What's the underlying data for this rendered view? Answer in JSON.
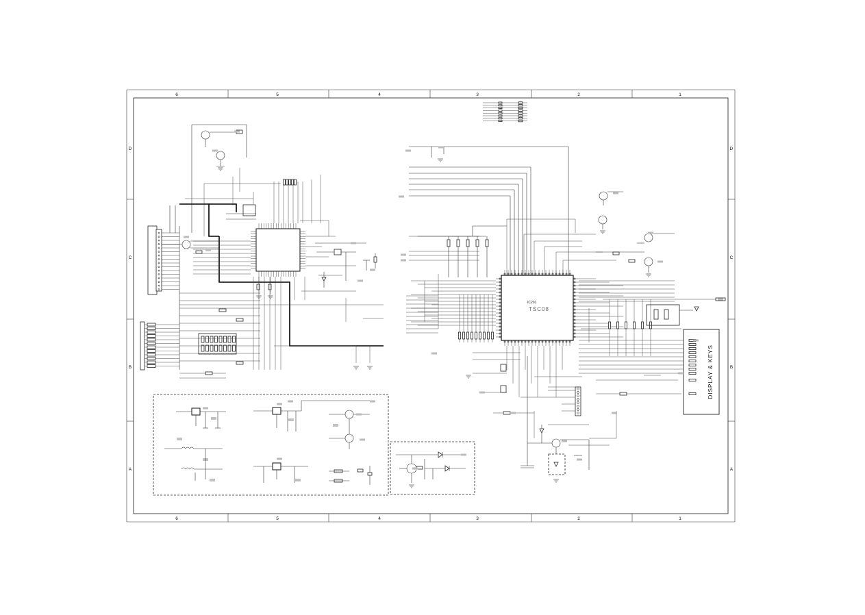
{
  "frame": {
    "zones_top": [
      "6",
      "5",
      "4",
      "3",
      "2",
      "1"
    ],
    "zones_bottom": [
      "6",
      "5",
      "4",
      "3",
      "2",
      "1"
    ],
    "zones_left": [
      "D",
      "C",
      "B",
      "A"
    ],
    "zones_right": [
      "D",
      "C",
      "B",
      "A"
    ]
  },
  "ic_main": {
    "ref": "IC201",
    "part": "TSC08"
  },
  "display_panel": {
    "label": "DISPLAY & KEYS"
  },
  "colors": {
    "line": "#333333",
    "background": "#ffffff"
  }
}
